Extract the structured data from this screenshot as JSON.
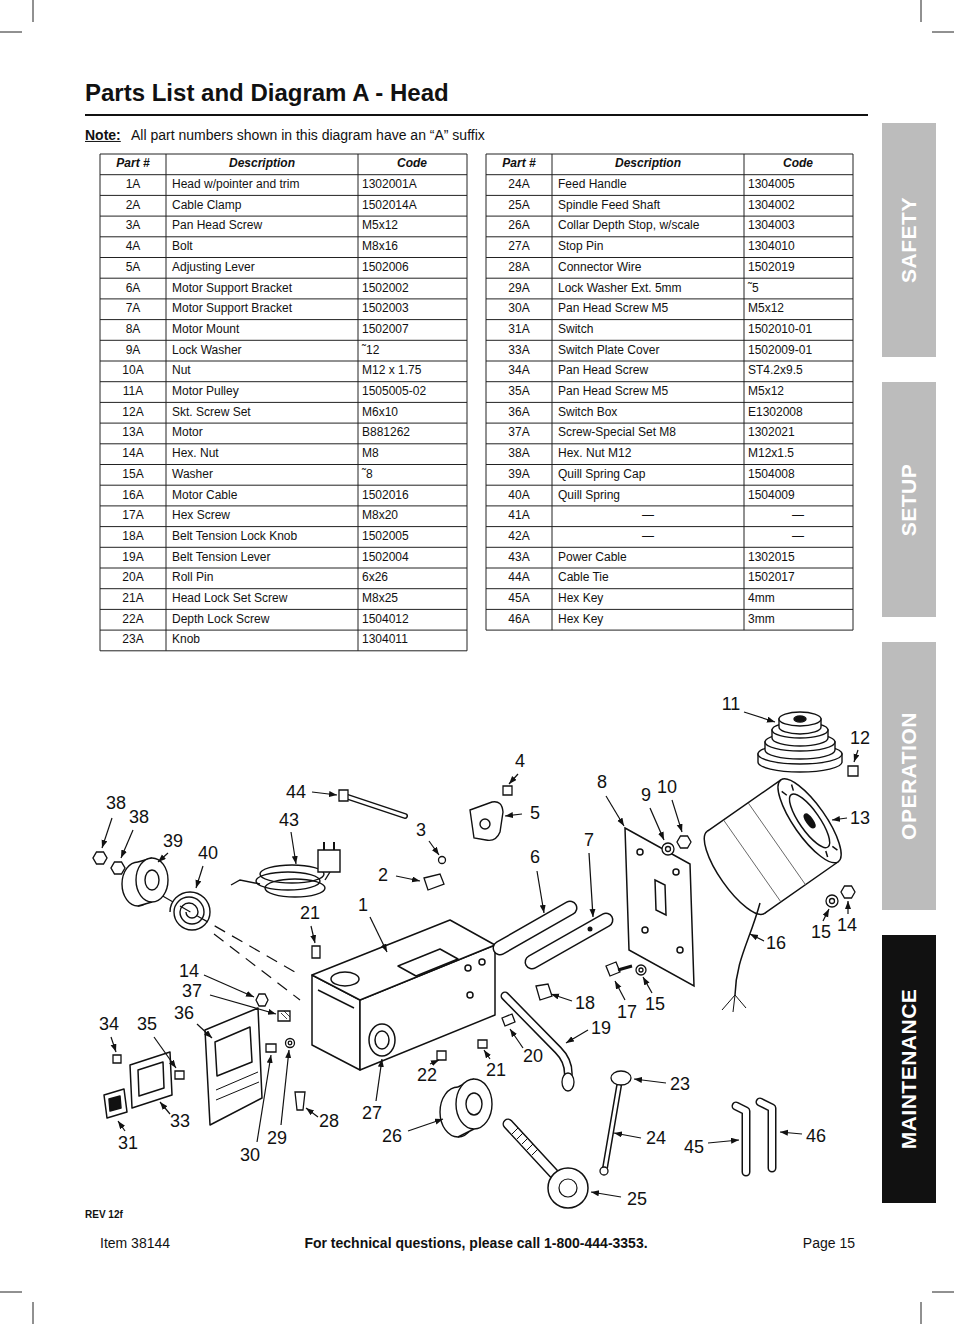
{
  "diagram": {
    "title": "Parts List and Diagram A - Head",
    "nodes": [
      {
        "text": [
          "SAFETY"
        ]
      },
      {
        "text": [
          "SETUP"
        ]
      },
      {
        "text": [
          "OPERATION"
        ]
      },
      {
        "text": [
          "MAINTENANCE"
        ]
      }
    ],
    "labels": [
      "Note:",
      "All part numbers shown in this diagram have an “A” suffix",
      "Part #",
      "Description",
      "Code",
      "1A",
      "Head w/pointer and trim",
      "1302001A",
      "2A",
      "Cable Clamp",
      "1502014A",
      "3A",
      "Pan Head Screw",
      "M5x12",
      "4A",
      "Bolt",
      "M8x16",
      "5A",
      "Adjusting Lever",
      "1502006",
      "6A",
      "Motor Support Bracket",
      "1502002",
      "7A",
      "Motor Support Bracket",
      "1502003",
      "8A",
      "Motor Mount",
      "1502007",
      "9A",
      "Lock Washer",
      "˜12",
      "10A",
      "Nut",
      "M12 x 1.75",
      "11A",
      "Motor Pulley",
      "1505005-02",
      "12A",
      "Skt. Screw Set",
      "M6x10",
      "13A",
      "Motor",
      "B881262",
      "14A",
      "Hex. Nut",
      "M8",
      "15A",
      "Washer",
      "˜8",
      "16A",
      "Motor Cable",
      "1502016",
      "17A",
      "Hex Screw",
      "M8x20",
      "18A",
      "Belt Tension Lock Knob",
      "1502005",
      "19A",
      "Belt Tension Lever",
      "1502004",
      "20A",
      "Roll Pin",
      "6x26",
      "21A",
      "Head Lock Set Screw",
      "M8x25",
      "22A",
      "Depth Lock Screw",
      "1504012",
      "23A",
      "Knob",
      "1304011",
      "Part #",
      "Description",
      "Code",
      "24A",
      "Feed Handle",
      "1304005",
      "25A",
      "Spindle Feed Shaft",
      "1304002",
      "26A",
      "Collar Depth Stop, w/scale",
      "1304003",
      "27A",
      "Stop Pin",
      "1304010",
      "28A",
      "Connector Wire",
      "1502019",
      "29A",
      "Lock Washer Ext. 5mm",
      "˜5",
      "30A",
      "Pan Head Screw M5",
      "M5x12",
      "31A",
      "Switch",
      "1502010-01",
      "33A",
      "Switch Plate Cover",
      "1502009-01",
      "34A",
      "Pan Head Screw",
      "ST4.2x9.5",
      "35A",
      "Pan Head Screw M5",
      "M5x12",
      "36A",
      "Switch Box",
      "E1302008",
      "37A",
      "Screw-Special Set M8",
      "1302021",
      "38A",
      "Hex. Nut M12",
      "M12x1.5",
      "39A",
      "Quill Spring Cap",
      "1504008",
      "40A",
      "Quill Spring",
      "1504009",
      "41A",
      "—",
      "—",
      "42A",
      "—",
      "—",
      "43A",
      "Power Cable",
      "1302015",
      "44A",
      "Cable Tie",
      "1502017",
      "45A",
      "Hex Key",
      "4mm",
      "46A",
      "Hex Key",
      "3mm",
      "11",
      "12",
      "4",
      "8",
      "9",
      "10",
      "13",
      "44",
      "38",
      "38",
      "43",
      "3",
      "5",
      "6",
      "7",
      "39",
      "40",
      "2",
      "1",
      "21",
      "16",
      "15",
      "14",
      "14",
      "37",
      "18",
      "17",
      "15",
      "36",
      "34",
      "35",
      "19",
      "20",
      "21",
      "22",
      "23",
      "33",
      "28",
      "27",
      "31",
      "30",
      "29",
      "26",
      "24",
      "45",
      "46",
      "25",
      "REV 12f",
      "Item 38144",
      "For technical questions, please call 1-800-444-3353.",
      "Page 15"
    ]
  }
}
